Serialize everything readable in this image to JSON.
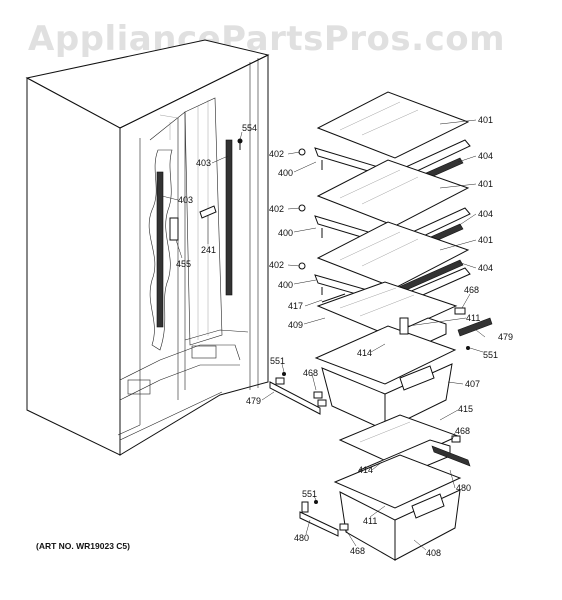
{
  "watermark": "AppliancePartsPros.com",
  "art_number": "(ART NO. WR19023 C5)",
  "callouts": [
    {
      "id": "c401a",
      "text": "401"
    },
    {
      "id": "c402a",
      "text": "402"
    },
    {
      "id": "c404a",
      "text": "404"
    },
    {
      "id": "c400a",
      "text": "400"
    },
    {
      "id": "c401b",
      "text": "401"
    },
    {
      "id": "c402b",
      "text": "402"
    },
    {
      "id": "c404b",
      "text": "404"
    },
    {
      "id": "c400b",
      "text": "400"
    },
    {
      "id": "c401c",
      "text": "401"
    },
    {
      "id": "c402c",
      "text": "402"
    },
    {
      "id": "c404c",
      "text": "404"
    },
    {
      "id": "c400c",
      "text": "400"
    },
    {
      "id": "c417",
      "text": "417"
    },
    {
      "id": "c468a",
      "text": "468"
    },
    {
      "id": "c409",
      "text": "409"
    },
    {
      "id": "c411a",
      "text": "411"
    },
    {
      "id": "c479a",
      "text": "479"
    },
    {
      "id": "c414a",
      "text": "414"
    },
    {
      "id": "c551a",
      "text": "551"
    },
    {
      "id": "c551b",
      "text": "551"
    },
    {
      "id": "c468b",
      "text": "468"
    },
    {
      "id": "c407",
      "text": "407"
    },
    {
      "id": "c479b",
      "text": "479"
    },
    {
      "id": "c415",
      "text": "415"
    },
    {
      "id": "c468c",
      "text": "468"
    },
    {
      "id": "c414b",
      "text": "414"
    },
    {
      "id": "c480a",
      "text": "480"
    },
    {
      "id": "c551c",
      "text": "551"
    },
    {
      "id": "c411b",
      "text": "411"
    },
    {
      "id": "c480b",
      "text": "480"
    },
    {
      "id": "c468d",
      "text": "468"
    },
    {
      "id": "c408",
      "text": "408"
    },
    {
      "id": "c554",
      "text": "554"
    },
    {
      "id": "c403a",
      "text": "403"
    },
    {
      "id": "c403b",
      "text": "403"
    },
    {
      "id": "c241",
      "text": "241"
    },
    {
      "id": "c455",
      "text": "455"
    }
  ]
}
